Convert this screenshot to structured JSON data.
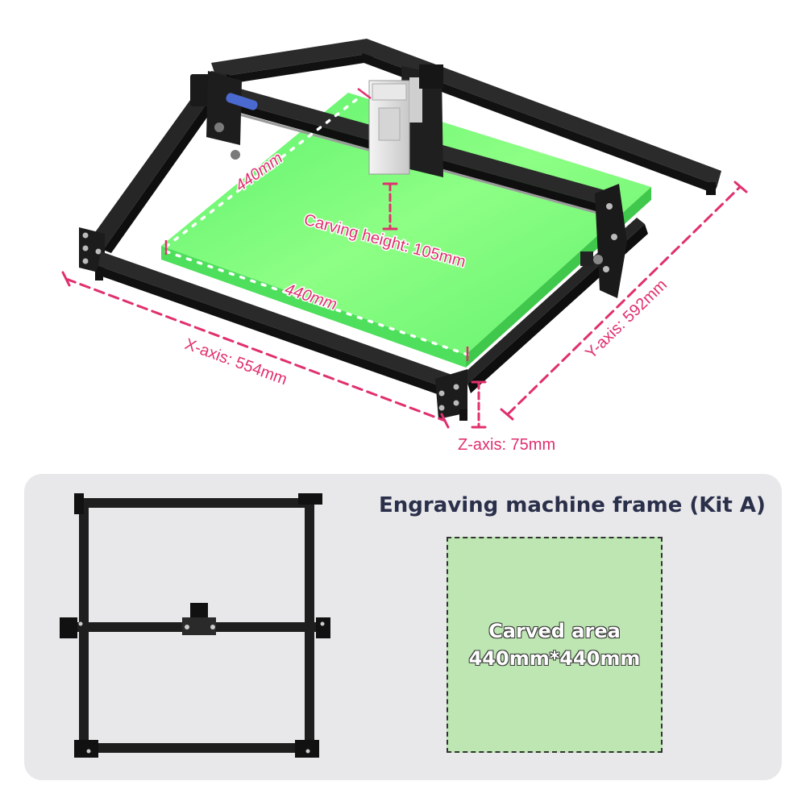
{
  "dimensions": {
    "x_axis": "X-axis: 554mm",
    "y_axis": "Y-axis: 592mm",
    "z_axis": "Z-axis: 75mm",
    "area_width": "440mm",
    "area_depth": "440mm",
    "carving_height": "Carving height: 105mm"
  },
  "panel": {
    "title": "Engraving machine frame (Kit A)",
    "area_label": "Carved area",
    "area_size": "440mm*440mm"
  },
  "colors": {
    "dimension": "#e0306e",
    "bed": "#7fff7a",
    "frame": "#1c1c1c",
    "panel_bg": "#e8e8eb",
    "area_fill": "#bde6b2",
    "title": "#2a2f4a"
  }
}
